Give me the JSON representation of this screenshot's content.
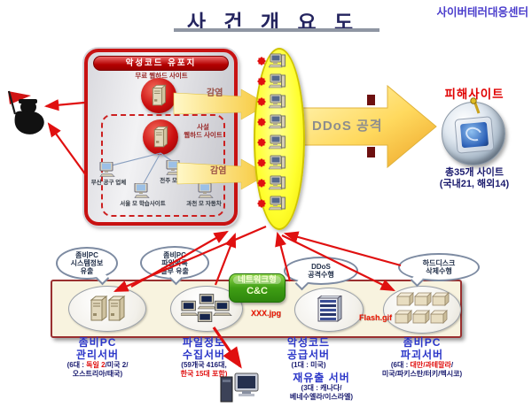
{
  "header": {
    "title": "사 건 개 요 도",
    "org": "사이버테러대응센터"
  },
  "malware_box": {
    "title": "악성코드 유포지",
    "site1_label": "무료 웹하드 사이트",
    "site2_label_line1": "사설",
    "site2_label_line2": "웹하드 사이트",
    "victim_sites": [
      "부산 공구 업체",
      "전주 모 대학",
      "서울 모 학습사이트",
      "과천 모 자동차"
    ]
  },
  "infection_labels": {
    "top": "감염",
    "bottom": "감염"
  },
  "botnet": {
    "zombie_pc_count": 8
  },
  "ddos_arrow_label": "DDoS 공격",
  "victim": {
    "title": "피해사이트",
    "total": "총35개 사이트",
    "breakdown": "(국내21, 해외14)"
  },
  "callouts": {
    "system_info": [
      "좀비PC",
      "시스템정보",
      "유출"
    ],
    "file_list": [
      "좀비PC",
      "파일목록",
      "일부 유출"
    ],
    "ddos": [
      "DDoS",
      "공격수행"
    ],
    "hdd": [
      "하드디스크",
      "삭제수행"
    ]
  },
  "cnc": {
    "line1": "네트워크형",
    "line2": "C&C"
  },
  "panel": {
    "files": {
      "jpg": "XXX.jpg",
      "gif": "Flash.gif"
    },
    "servers": [
      {
        "name1": "좀비PC",
        "name2": "관리서버",
        "detail1": [
          {
            "t": "(6대 : ",
            "r": false
          },
          {
            "t": "독일 2",
            "r": true
          },
          {
            "t": "/미국 2/",
            "r": false
          }
        ],
        "detail2": [
          {
            "t": "오스트리아/태국)",
            "r": false
          }
        ]
      },
      {
        "name1": "파일정보",
        "name2": "수집서버",
        "detail1": [
          {
            "t": "(59개국 416대,",
            "r": false
          }
        ],
        "detail2": [
          {
            "t": "한국 15대 포함)",
            "r": true
          }
        ]
      },
      {
        "name1": "악성코드",
        "name2": "공급서버",
        "detail1": [
          {
            "t": "(1대 : 미국)",
            "r": false
          }
        ],
        "detail2": []
      },
      {
        "name1": "좀비PC",
        "name2": "파괴서버",
        "detail1": [
          {
            "t": "(6대 : ",
            "r": false
          },
          {
            "t": "대만/과테말라",
            "r": true
          },
          {
            "t": "/",
            "r": false
          }
        ],
        "detail2": [
          {
            "t": "미국/파키스탄/터키/멕시코)",
            "r": false
          }
        ]
      }
    ],
    "releak": {
      "name": "재유출 서버",
      "detail1": [
        {
          "t": "(3대 : 캐나다/",
          "r": false
        }
      ],
      "detail2": [
        {
          "t": "베네수엘라/이스라엘)",
          "r": false
        }
      ]
    }
  },
  "colors": {
    "accent_red": "#cc1212",
    "botnet_yellow": "#ffff2e",
    "panel_bg": "#f8f3df",
    "name_blue": "#2a35c8",
    "detail_navy": "#1a1c70",
    "highlight_red": "#e01010",
    "cnc_green": "#3f9e14"
  }
}
